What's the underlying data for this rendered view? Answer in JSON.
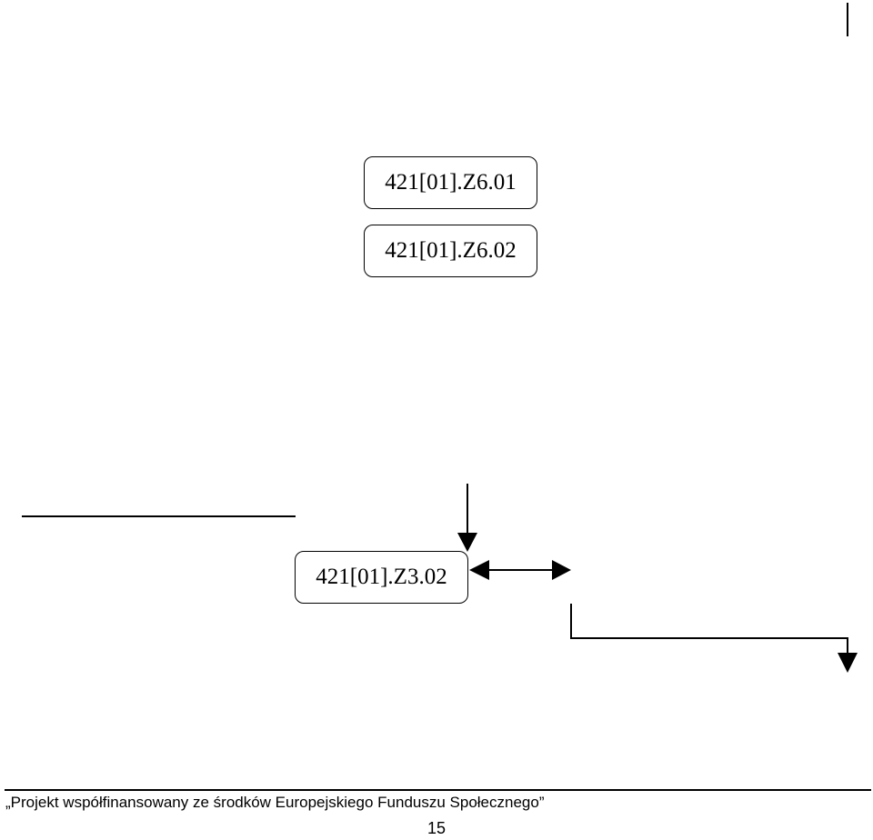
{
  "diagram": {
    "nodes": [
      {
        "id": "z601",
        "label": "421[01].Z6.01"
      },
      {
        "id": "z602",
        "label": "421[01].Z6.02"
      },
      {
        "id": "z302",
        "label": "421[01].Z3.02"
      }
    ]
  },
  "footer": {
    "project_text": "„Projekt współfinansowany ze środków Europejskiego Funduszu Społecznego”",
    "page_number": "15"
  },
  "colors": {
    "line": "#000000",
    "background": "#ffffff"
  }
}
